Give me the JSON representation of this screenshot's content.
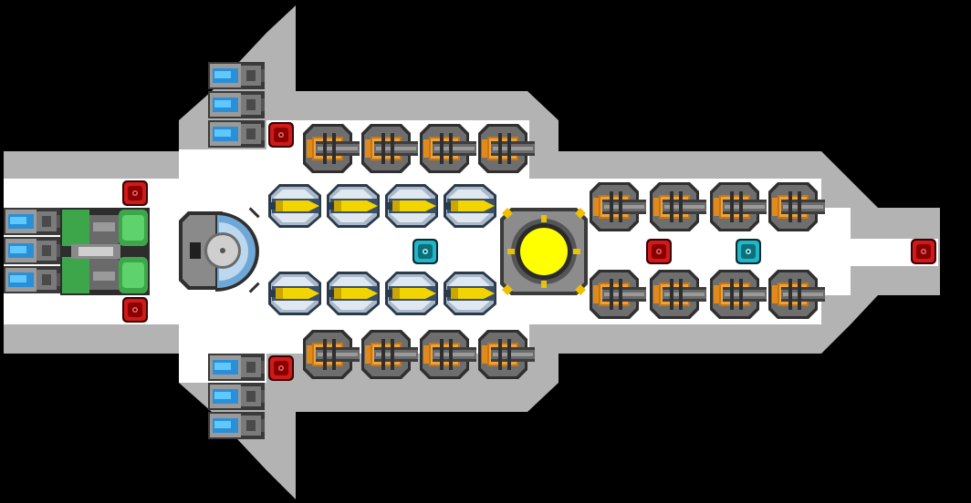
{
  "scene": {
    "background_color": "#000000",
    "hull_color": "#b3b3b3",
    "floor_color": "#ffffff"
  },
  "colors": {
    "thruster_blue": "#2a8fd6",
    "alarm_red": "#d01a1a",
    "beacon_cyan": "#1fb7c8",
    "reactor_yellow": "#ffff00",
    "turret_orange": "#e08a1e",
    "missile_yellow": "#f2d400",
    "generator_green": "#3ea64a",
    "steel_gray": "#6a6a6a"
  },
  "modules": {
    "thrusters": {
      "icon": "thruster-icon",
      "count": 9
    },
    "red_sensors": {
      "icon": "red-sensor-icon",
      "count": 6
    },
    "cyan_beacons": {
      "icon": "cyan-beacon-icon",
      "count": 2
    },
    "cannon_turrets": {
      "icon": "cannon-turret-icon",
      "count": 16
    },
    "missile_launchers": {
      "icon": "missile-launcher-icon",
      "count": 8
    },
    "reactor": {
      "icon": "reactor-core-icon",
      "count": 1
    },
    "cockpit": {
      "icon": "cockpit-icon",
      "count": 1
    },
    "generator": {
      "icon": "green-generator-icon",
      "count": 1
    }
  }
}
